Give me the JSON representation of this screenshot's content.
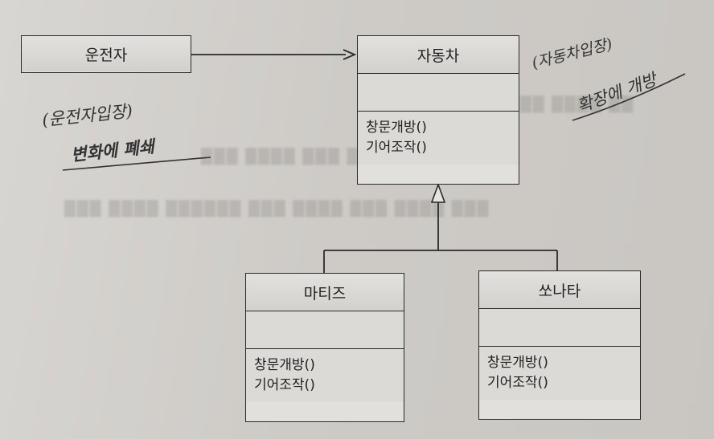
{
  "classes": {
    "driver": {
      "name": "운전자"
    },
    "car": {
      "name": "자동차",
      "ops": [
        "창문개방()",
        "기어조작()"
      ]
    },
    "matiz": {
      "name": "마티즈",
      "ops": [
        "창문개방()",
        "기어조작()"
      ]
    },
    "sonata": {
      "name": "쏘나타",
      "ops": [
        "창문개방()",
        "기어조작()"
      ]
    }
  },
  "notes": {
    "driver_view": "(운전자입장)",
    "driver_closed": "변화에 폐쇄",
    "car_view": "(자동차입장)",
    "car_open": "확장에 개방"
  }
}
